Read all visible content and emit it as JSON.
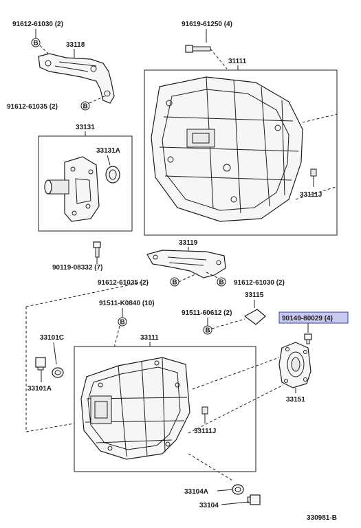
{
  "labels": {
    "p_91612_61030_top": "91612-61030 (2)",
    "p_33118": "33118",
    "p_91612_61035_top": "91612-61035 (2)",
    "p_91619_61250": "91619-61250 (4)",
    "p_31111": "31111",
    "p_33131": "33131",
    "p_33131A": "33131A",
    "p_33111J_top": "33111J",
    "p_90119_08332": "90119-08332 (7)",
    "p_33119": "33119",
    "p_91612_61035_mid": "91612-61035 (2)",
    "p_91612_61030_mid": "91612-61030 (2)",
    "p_91511_K0840": "91511-K0840 (10)",
    "p_33115": "33115",
    "p_91511_60612": "91511-60612 (2)",
    "p_90149_80029": "90149-80029 (4)",
    "p_33101C": "33101C",
    "p_33111": "33111",
    "p_33101A": "33101A",
    "p_33151": "33151",
    "p_33111J_bottom": "33111J",
    "p_33104A": "33104A",
    "p_33104": "33104",
    "diagram_code": "330981-B"
  },
  "bolt_marker": "B",
  "highlight_color": "#c7c9f1"
}
